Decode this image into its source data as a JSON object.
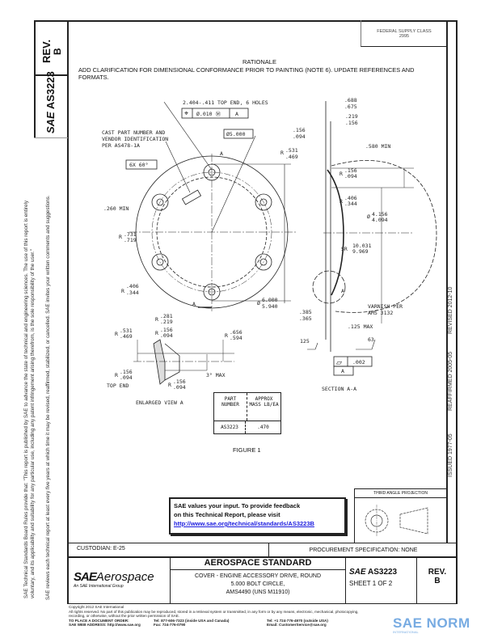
{
  "header": {
    "rev_label": "REV.",
    "rev_value": "B",
    "doc_number": "AS3223",
    "sae_logo_small": "SAE",
    "supply_class": "FEDERAL SUPPLY CLASS",
    "supply_class_number": "2995",
    "rationale_title": "RATIONALE",
    "rationale_text": "ADD CLARIFICATION FOR DIMENSIONAL CONFORMANCE PRIOR TO PAINTING (NOTE 6).  UPDATE REFERENCES AND FORMATS."
  },
  "side_notes": {
    "rules_line1": "SAE Technical Standards Board Rules provide that: \"This report is published by SAE to advance the state of technical and engineering sciences. The use of this report is entirely",
    "rules_line2": "voluntary, and its applicability and suitability for any particular use, including any patent infringement arising therefrom, is the sole responsibility of the user.\"",
    "review_line": "SAE reviews each technical report at least every five years at which time it may be revised, reaffirmed, stabilized, or cancelled. SAE invites your written comments and suggestions."
  },
  "history": {
    "issued": "ISSUED 1977-05",
    "reaffirmed": "REAFFIRMED 2005-05",
    "revised": "REVISED 2012-10"
  },
  "drawing": {
    "hole_callout": "2.404-.411 TOP END, 6 HOLES",
    "position_symbol": "⌖",
    "position_tol": "Ø.010 Ⓜ",
    "datum_a": "A",
    "cast_note_1": "CAST PART NUMBER AND",
    "cast_note_2": "VENDOR IDENTIFICATION",
    "cast_note_3": "PER AS478-1A",
    "basic_dim": "Ø5.000",
    "angle": "6X 60°",
    "min_260": ".260 MIN",
    "r_731": ".731",
    "r_719": ".719",
    "r_406a": ".406",
    "r_344a": ".344",
    "dia_6000": "6.000",
    "dia_5940": "5.940",
    "section_marker": "A",
    "t_156": ".156",
    "t_094": ".094",
    "r_531": ".531",
    "r_469": ".469",
    "d_688": ".688",
    "d_675": ".675",
    "d_219": ".219",
    "d_156": ".156",
    "min_580": ".580 MIN",
    "r_156b": ".156",
    "r_094b": ".094",
    "r_406b": ".406",
    "r_344b": ".344",
    "dia_4156": "4.156",
    "dia_4094": "4.094",
    "sr_label": "SR",
    "sr_1": "10.031",
    "sr_2": "9.969",
    "varnish_1": "VARNISH PER",
    "varnish_2": "AMS 3132",
    "d_385": ".385",
    "d_365": ".365",
    "max_125": ".125 MAX",
    "finish_125": "125",
    "finish_63": "63",
    "flatness_symbol": "⏥",
    "flatness_tol": ".002",
    "section_title": "SECTION A-A",
    "ev_r281": ".281",
    "ev_r219": ".219",
    "ev_r531": ".531",
    "ev_r469": ".469",
    "ev_r156": ".156",
    "ev_r094": ".094",
    "ev_656": ".656",
    "ev_594": ".594",
    "ev_r156b": ".156",
    "ev_r094b": ".094",
    "ev_r156c": ".156",
    "ev_r094c": ".094",
    "ev_3max": "3° MAX",
    "ev_topend": "TOP END",
    "r_prefix": "R",
    "dia_prefix": "Ø",
    "enlarged_title": "ENLARGED VIEW A",
    "figure_title": "FIGURE 1"
  },
  "mass_table": {
    "headers": [
      "PART NUMBER",
      "APPROX MASS LB/EA"
    ],
    "rows": [
      [
        "AS3223",
        ".470"
      ]
    ]
  },
  "feedback": {
    "line1": "SAE values your input. To provide feedback",
    "line2": "on this Technical Report, please visit",
    "link": "http://www.sae.org/technical/standards/AS3223B"
  },
  "projection": {
    "label": "THIRD ANGLE PROJECTION"
  },
  "title_block": {
    "custodian": "CUSTODIAN:  E-25",
    "procurement": "PROCUREMENT SPECIFICATION:  NONE",
    "logo_sae": "SAE",
    "logo_aerospace": "Aerospace",
    "logo_tagline": "An SAE International Group",
    "standard_type": "AEROSPACE STANDARD",
    "title_line1": "COVER - ENGINE ACCESSORY DRIVE, ROUND",
    "title_line2": "5.000 BOLT CIRCLE,",
    "title_line3": "AMS4490 (UNS M11910)",
    "doc_sae": "SAE",
    "doc_number": "AS3223",
    "sheet": "SHEET 1 OF 2",
    "rev_label": "REV.",
    "rev_value": "B"
  },
  "footer": {
    "copyright": "Copyright 2012 SAE International",
    "rights": "All rights reserved. No part of this publication may be reproduced, stored in a retrieval system or transmitted, in any form or by any means, electronic, mechanical, photocopying,",
    "rights2": "recording, or otherwise, without the prior written permission of SAE.",
    "order_label": "TO PLACE A DOCUMENT ORDER:",
    "tel_us": "Tel:  877-606-7323 (inside USA and Canada)",
    "fax": "Fax:  724-776-0790",
    "tel_intl": "Tel:  +1 724-776-4970 (outside USA)",
    "email": "Email:  CustomerService@sae.org",
    "web_label": "SAE WEB ADDRESS:",
    "web": "http://www.sae.org"
  },
  "watermark": {
    "text": "SAE NORM",
    "sub": "INTERNATIONAL",
    "color": "#4a90d9"
  }
}
